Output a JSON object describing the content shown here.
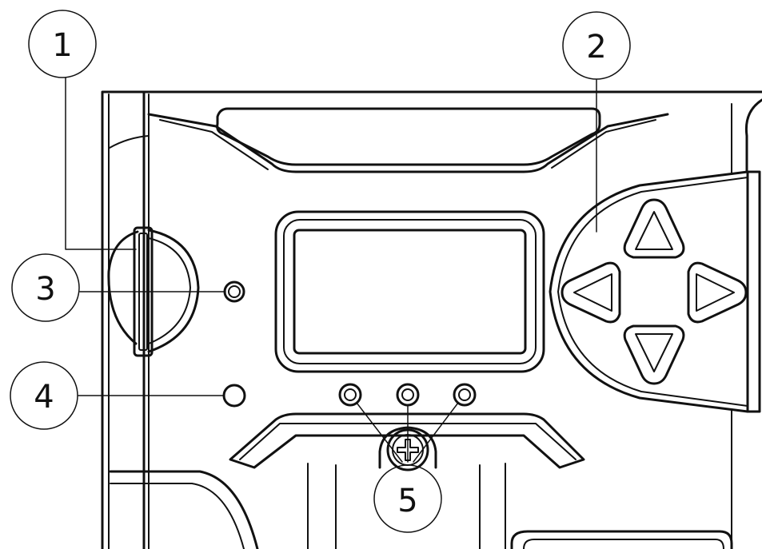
{
  "callouts": [
    {
      "id": "callout-1",
      "number": "1"
    },
    {
      "id": "callout-2",
      "number": "2"
    },
    {
      "id": "callout-3",
      "number": "3"
    },
    {
      "id": "callout-4",
      "number": "4"
    },
    {
      "id": "callout-5",
      "number": "5"
    }
  ],
  "colors": {
    "line": "#111111",
    "background": "#ffffff"
  }
}
